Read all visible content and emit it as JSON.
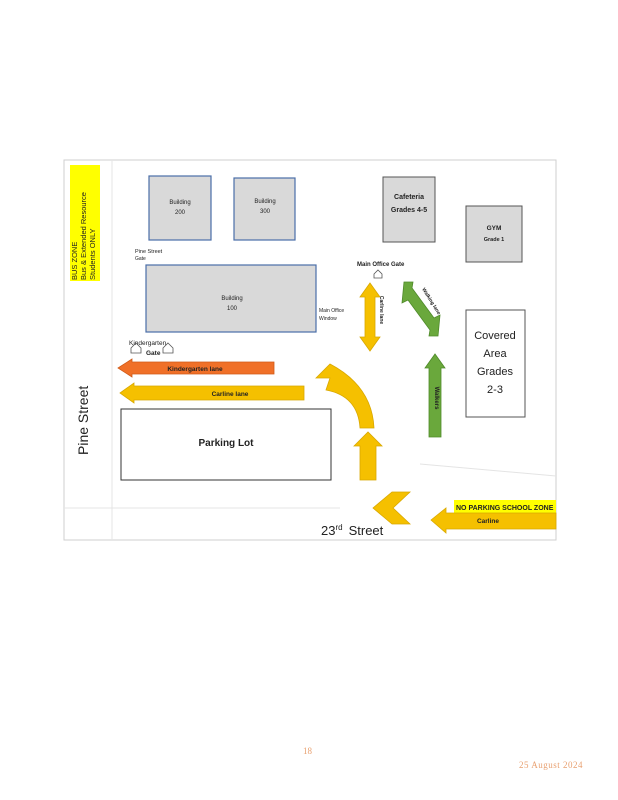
{
  "map": {
    "buildings": {
      "b200": [
        "Building",
        "200"
      ],
      "b300": [
        "Building",
        "300"
      ],
      "b100": [
        "Building",
        "100"
      ],
      "cafeteria": [
        "Cafeteria",
        "Grades 4-5"
      ],
      "gym": [
        "GYM",
        "Grade 1"
      ],
      "covered": [
        "Covered",
        "Area",
        "Grades",
        "2-3"
      ],
      "parking": "Parking Lot"
    },
    "gates": {
      "pine_gate": [
        "Pine Street",
        "Gate"
      ],
      "main_office_gate": "Main Office Gate",
      "main_office_window": [
        "Main Office",
        "Window"
      ],
      "kindergarten_gate": [
        "Kindergarten",
        "Gate"
      ]
    },
    "bus_zone": [
      "BUS ZONE",
      "Bus & Extended Resource",
      "Students ONLY"
    ],
    "lanes": {
      "kindergarten": "Kindergarten lane",
      "carline_west": "Carline lane",
      "carline_vertical": "Carline lane",
      "walking_lane": "Walking lane",
      "walkers": "Walkers",
      "carline_entry": "Carline"
    },
    "no_parking": "NO PARKING SCHOOL ZONE",
    "streets": {
      "pine": "Pine Street",
      "twenty_third": "23",
      "twenty_third_sup": "rd",
      "twenty_third_suffix": "Street"
    },
    "colors": {
      "bus_zone_yellow": "#ffff00",
      "carline_yellow": "#f5c000",
      "kindergarten_orange": "#f07028",
      "walkers_green": "#6aa83c",
      "building_fill": "#d9d9d9",
      "building_border": "#4a6ea8"
    }
  },
  "footer": {
    "page_number": "18",
    "date": "25  August   2024"
  }
}
